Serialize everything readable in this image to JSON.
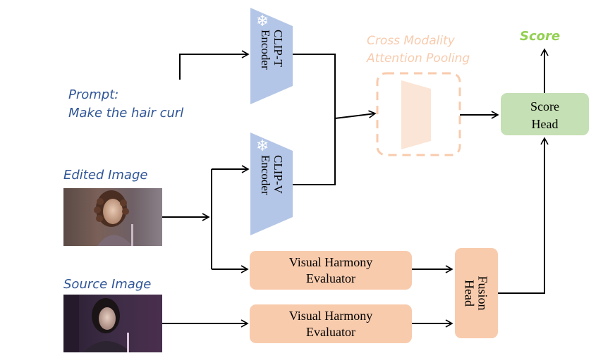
{
  "prompt": {
    "label": "Prompt:",
    "text": "Make the hair curl"
  },
  "edited_image": {
    "label": "Edited Image"
  },
  "source_image": {
    "label": "Source Image"
  },
  "clip_t": {
    "line1": "CLIP-T",
    "line2": "Encoder"
  },
  "clip_v": {
    "line1": "CLIP-V",
    "line2": "Encoder"
  },
  "pooling": {
    "line1": "Cross Modality",
    "line2": "Attention Pooling"
  },
  "score_head": {
    "line1": "Score",
    "line2": "Head"
  },
  "score": {
    "label": "Score"
  },
  "vhe_top": {
    "line1": "Visual Harmony",
    "line2": "Evaluator"
  },
  "vhe_bottom": {
    "line1": "Visual Harmony",
    "line2": "Evaluator"
  },
  "fusion_head": {
    "line1": "Fusion",
    "line2": "Head"
  },
  "colors": {
    "encoder": "#b4c6e7",
    "orange_box": "#f8cbad",
    "green_box": "#c5e0b4",
    "pooling_dash": "#f8cbad",
    "score_text": "#92d050",
    "handwriting_blue": "#2f5597",
    "arrow": "#000000"
  }
}
